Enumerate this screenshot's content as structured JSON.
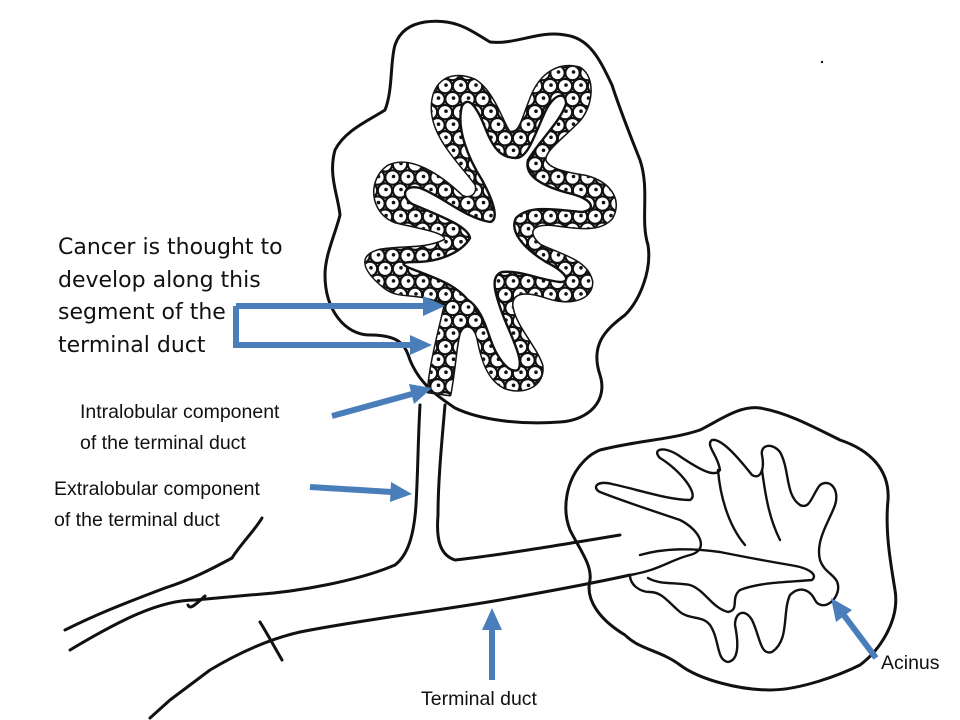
{
  "labels": {
    "cancer_line1": "Cancer is thought to",
    "cancer_line2": "develop along this",
    "cancer_line3": "segment of the",
    "cancer_line4": "terminal duct",
    "intralobular_line1": "Intralobular component",
    "intralobular_line2": "of the terminal duct",
    "extralobular_line1": "Extralobular component",
    "extralobular_line2": "of the terminal duct",
    "terminal_duct": "Terminal duct",
    "acinus": "Acinus"
  },
  "colors": {
    "arrow": "#4a7ebb",
    "ink": "#111111",
    "background": "#ffffff"
  }
}
